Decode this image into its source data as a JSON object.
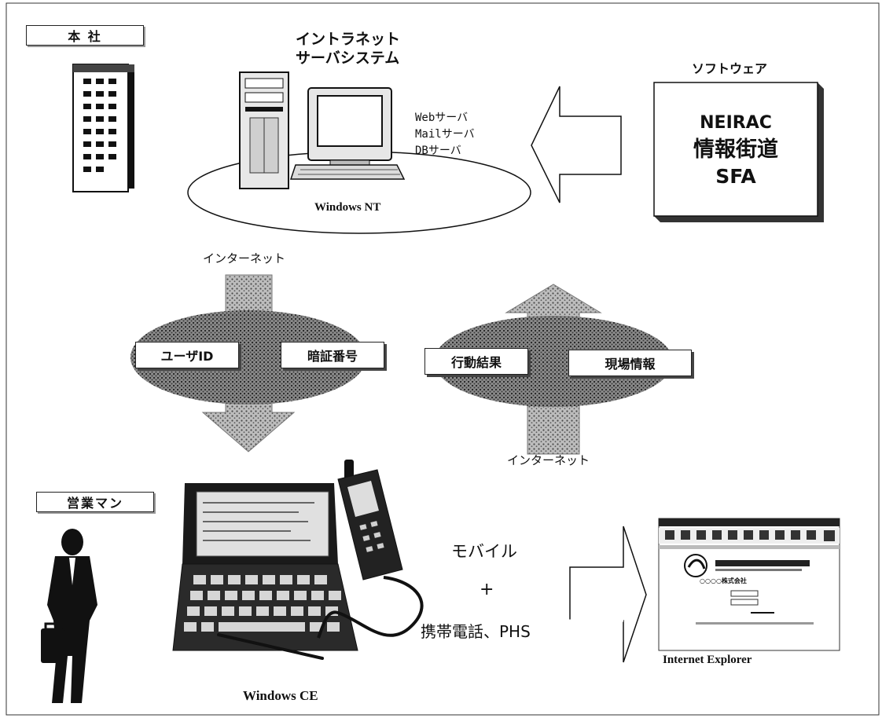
{
  "hq": {
    "label": "本 社"
  },
  "server": {
    "title_line1": "イントラネット",
    "title_line2": "サーバシステム",
    "roles": [
      "Webサーバ",
      "Mailサーバ",
      "DBサーバ"
    ],
    "os": "Windows NT"
  },
  "software": {
    "heading": "ソフトウェア",
    "line1": "NEIRAC",
    "line2": "情報街道",
    "line3": "SFA"
  },
  "flow_down": {
    "network": "インターネット",
    "tags": [
      "ユーザID",
      "暗証番号"
    ]
  },
  "flow_up": {
    "network": "インターネット",
    "tags": [
      "行動結果",
      "現場情報"
    ]
  },
  "sales": {
    "label": "営業マン"
  },
  "device": {
    "os": "Windows CE",
    "mobile_line1": "モバイル",
    "plus": "+",
    "mobile_line2": "携帯電話、PHS"
  },
  "browser": {
    "label": "Internet Explorer",
    "company_line": "○○○○株式会社"
  },
  "colors": {
    "ink": "#111111",
    "stipple": "#7a7a7a",
    "accent": "#000000"
  }
}
